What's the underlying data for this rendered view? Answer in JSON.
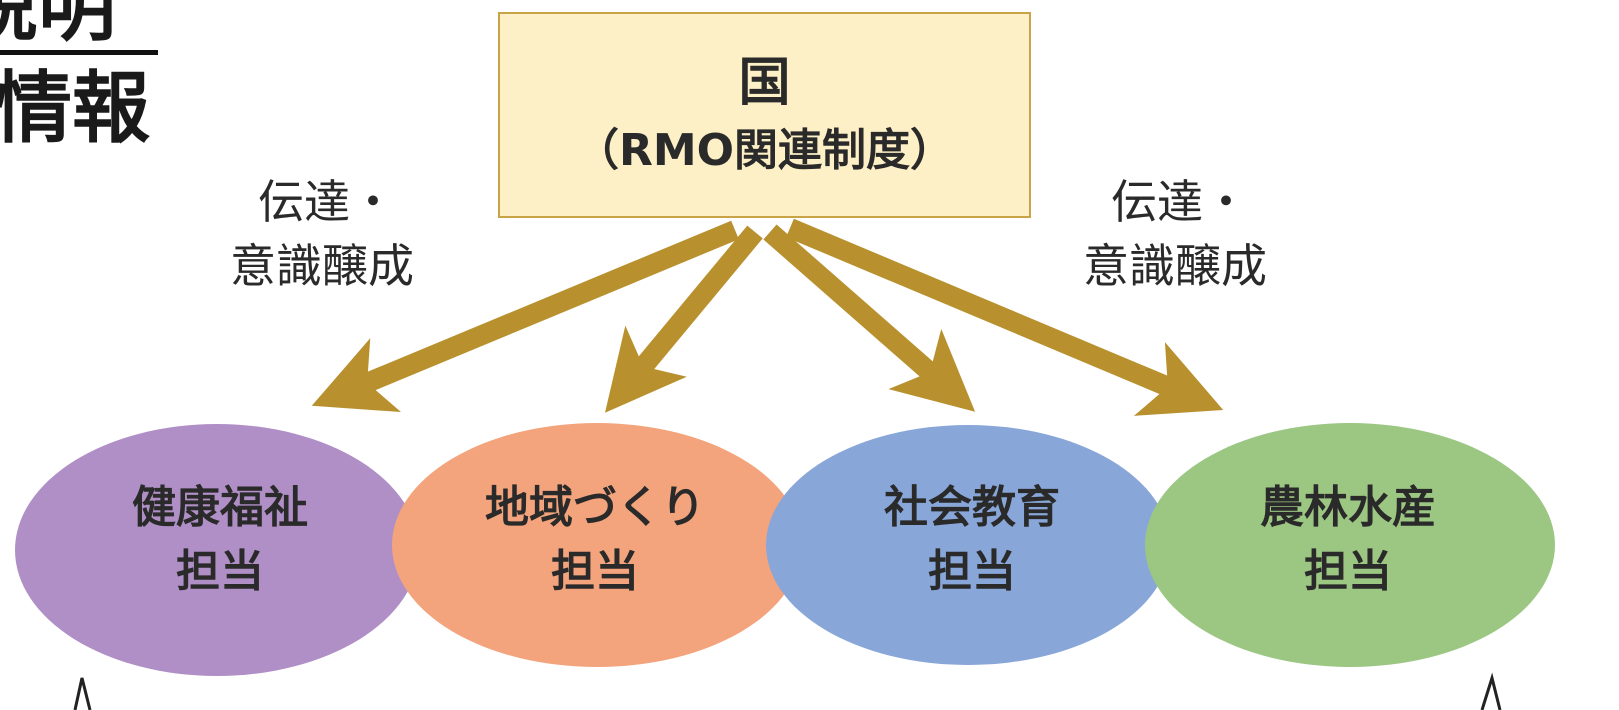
{
  "corner_text": {
    "line1": "説明",
    "line2": "情報"
  },
  "top_box": {
    "title": "国",
    "subtitle": "（RMO関連制度）"
  },
  "left_note": {
    "line1": "伝達・",
    "line2": "意識醸成"
  },
  "right_note": {
    "line1": "伝達・",
    "line2": "意識醸成"
  },
  "departments": [
    {
      "line1": "健康福祉",
      "line2": "担当",
      "color": "#b08fc7"
    },
    {
      "line1": "地域づくり",
      "line2": "担当",
      "color": "#f4a47c"
    },
    {
      "line1": "社会教育",
      "line2": "担当",
      "color": "#88a6d8"
    },
    {
      "line1": "農林水産",
      "line2": "担当",
      "color": "#9cc783"
    }
  ],
  "colors": {
    "arrow": "#b8912e",
    "box_fill": "#fdf0c6",
    "box_border": "#c9a446"
  }
}
